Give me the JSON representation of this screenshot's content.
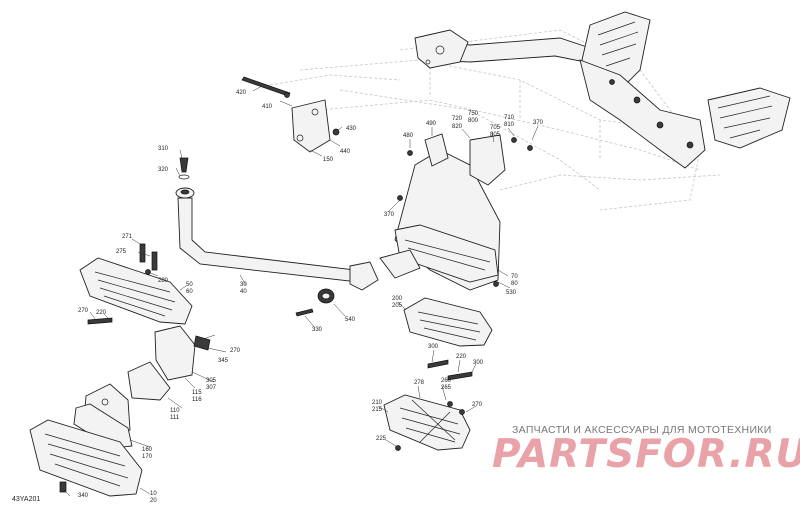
{
  "diagram": {
    "code": "43YA201",
    "watermark_caption": "ЗАПЧАСТИ И АКСЕССУАРЫ ДЛЯ МОТОТЕХНИКИ",
    "watermark_logo": "PARTSFOR.RU",
    "callouts": [
      {
        "id": "c420",
        "text": "420"
      },
      {
        "id": "c410",
        "text": "410"
      },
      {
        "id": "c430",
        "text": "430"
      },
      {
        "id": "c440",
        "text": "440"
      },
      {
        "id": "c150",
        "text": "150"
      },
      {
        "id": "c310",
        "text": "310"
      },
      {
        "id": "c320",
        "text": "320"
      },
      {
        "id": "c271",
        "text": "271"
      },
      {
        "id": "c275",
        "text": "275"
      },
      {
        "id": "c280",
        "text": "280"
      },
      {
        "id": "c50",
        "text": "50"
      },
      {
        "id": "c60",
        "text": "60"
      },
      {
        "id": "c30",
        "text": "30"
      },
      {
        "id": "c40",
        "text": "40"
      },
      {
        "id": "c270a",
        "text": "270"
      },
      {
        "id": "c220",
        "text": "220"
      },
      {
        "id": "c270b",
        "text": "270"
      },
      {
        "id": "c345",
        "text": "345"
      },
      {
        "id": "c305",
        "text": "305"
      },
      {
        "id": "c307",
        "text": "307"
      },
      {
        "id": "c115",
        "text": "115"
      },
      {
        "id": "c116",
        "text": "116"
      },
      {
        "id": "c110",
        "text": "110"
      },
      {
        "id": "c111",
        "text": "111"
      },
      {
        "id": "c160",
        "text": "160"
      },
      {
        "id": "c170",
        "text": "170"
      },
      {
        "id": "c340",
        "text": "340"
      },
      {
        "id": "c10",
        "text": "10"
      },
      {
        "id": "c20",
        "text": "20"
      },
      {
        "id": "c330",
        "text": "330"
      },
      {
        "id": "c540",
        "text": "540"
      },
      {
        "id": "c530",
        "text": "530"
      },
      {
        "id": "c370a",
        "text": "370"
      },
      {
        "id": "c480",
        "text": "480"
      },
      {
        "id": "c490",
        "text": "490"
      },
      {
        "id": "c720",
        "text": "720"
      },
      {
        "id": "c820",
        "text": "820"
      },
      {
        "id": "c750",
        "text": "750"
      },
      {
        "id": "c800",
        "text": "800"
      },
      {
        "id": "c705",
        "text": "705"
      },
      {
        "id": "c805",
        "text": "805"
      },
      {
        "id": "c710",
        "text": "710"
      },
      {
        "id": "c810",
        "text": "810"
      },
      {
        "id": "c370b",
        "text": "370"
      },
      {
        "id": "c70",
        "text": "70"
      },
      {
        "id": "c80",
        "text": "80"
      },
      {
        "id": "c200",
        "text": "200"
      },
      {
        "id": "c205",
        "text": "205"
      },
      {
        "id": "c300a",
        "text": "300"
      },
      {
        "id": "c220b",
        "text": "220"
      },
      {
        "id": "c300b",
        "text": "300"
      },
      {
        "id": "c278",
        "text": "278"
      },
      {
        "id": "c260",
        "text": "260"
      },
      {
        "id": "c265",
        "text": "265"
      },
      {
        "id": "c270c",
        "text": "270"
      },
      {
        "id": "c210",
        "text": "210"
      },
      {
        "id": "c215",
        "text": "215"
      },
      {
        "id": "c225",
        "text": "225"
      }
    ]
  }
}
